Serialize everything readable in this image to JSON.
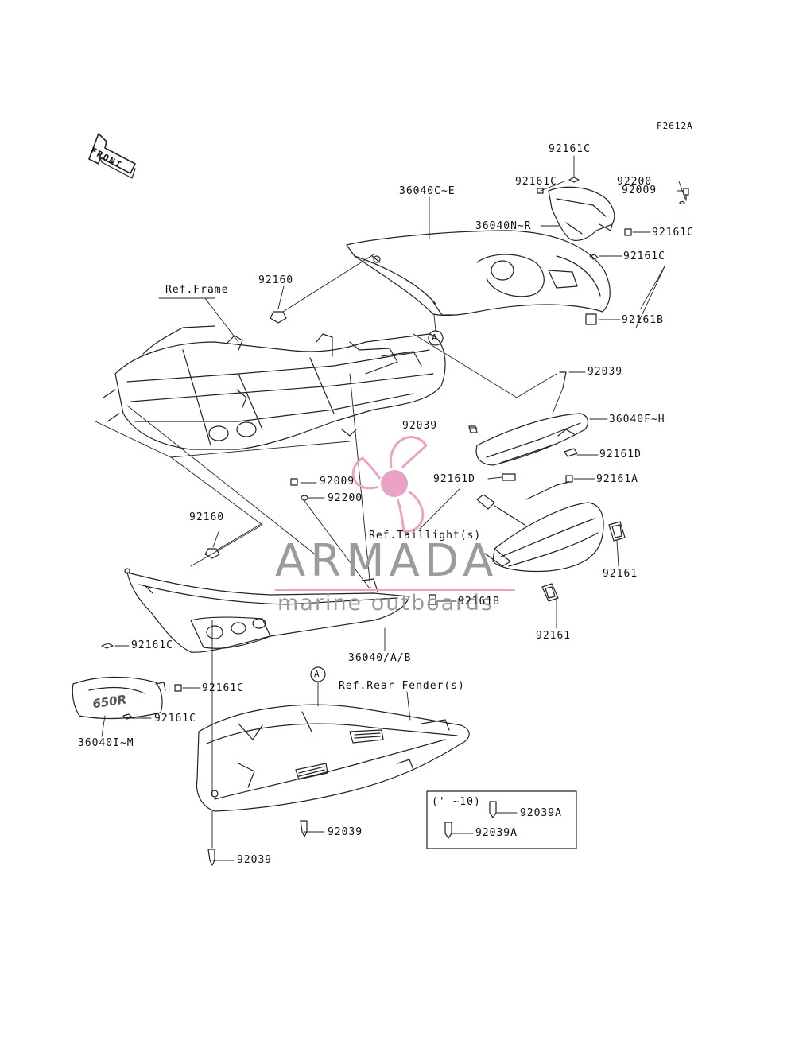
{
  "diagram_id": "F2612A",
  "front_label": "FRONT",
  "watermark": {
    "brand": "ARMADA",
    "tagline": "marine outboards",
    "accent_color": "#e9a3c6"
  },
  "callouts": [
    {
      "id": "c01",
      "text": "92161C"
    },
    {
      "id": "c02",
      "text": "92161C"
    },
    {
      "id": "c03",
      "text": "92009"
    },
    {
      "id": "c04",
      "text": "92200"
    },
    {
      "id": "c05",
      "text": "36040C~E"
    },
    {
      "id": "c06",
      "text": "36040N~R"
    },
    {
      "id": "c07",
      "text": "92161C"
    },
    {
      "id": "c08",
      "text": "92161C"
    },
    {
      "id": "c09",
      "text": "Ref.Frame"
    },
    {
      "id": "c10",
      "text": "92160"
    },
    {
      "id": "c11",
      "text": "92161B"
    },
    {
      "id": "c12",
      "text": "92039"
    },
    {
      "id": "c13",
      "text": "36040F~H"
    },
    {
      "id": "c14",
      "text": "92039"
    },
    {
      "id": "c15",
      "text": "92161D"
    },
    {
      "id": "c16",
      "text": "92161D"
    },
    {
      "id": "c17",
      "text": "92161A"
    },
    {
      "id": "c18",
      "text": "92009"
    },
    {
      "id": "c19",
      "text": "92200"
    },
    {
      "id": "c20",
      "text": "92160"
    },
    {
      "id": "c21",
      "text": "Ref.Taillight(s)"
    },
    {
      "id": "c22",
      "text": "92161"
    },
    {
      "id": "c23",
      "text": "92161B"
    },
    {
      "id": "c24",
      "text": "92161"
    },
    {
      "id": "c25",
      "text": "92161C"
    },
    {
      "id": "c26",
      "text": "36040/A/B"
    },
    {
      "id": "c27",
      "text": "92161C"
    },
    {
      "id": "c28",
      "text": "Ref.Rear Fender(s)"
    },
    {
      "id": "c29",
      "text": "92161C"
    },
    {
      "id": "c30",
      "text": "36040I~M"
    },
    {
      "id": "c31",
      "text": "92039A"
    },
    {
      "id": "c32",
      "text": "92039A"
    },
    {
      "id": "c33",
      "text": "92039"
    },
    {
      "id": "c34",
      "text": "92039"
    }
  ],
  "marker_a": "A",
  "inset_note": "(' ~10)",
  "decal_text": "650R"
}
